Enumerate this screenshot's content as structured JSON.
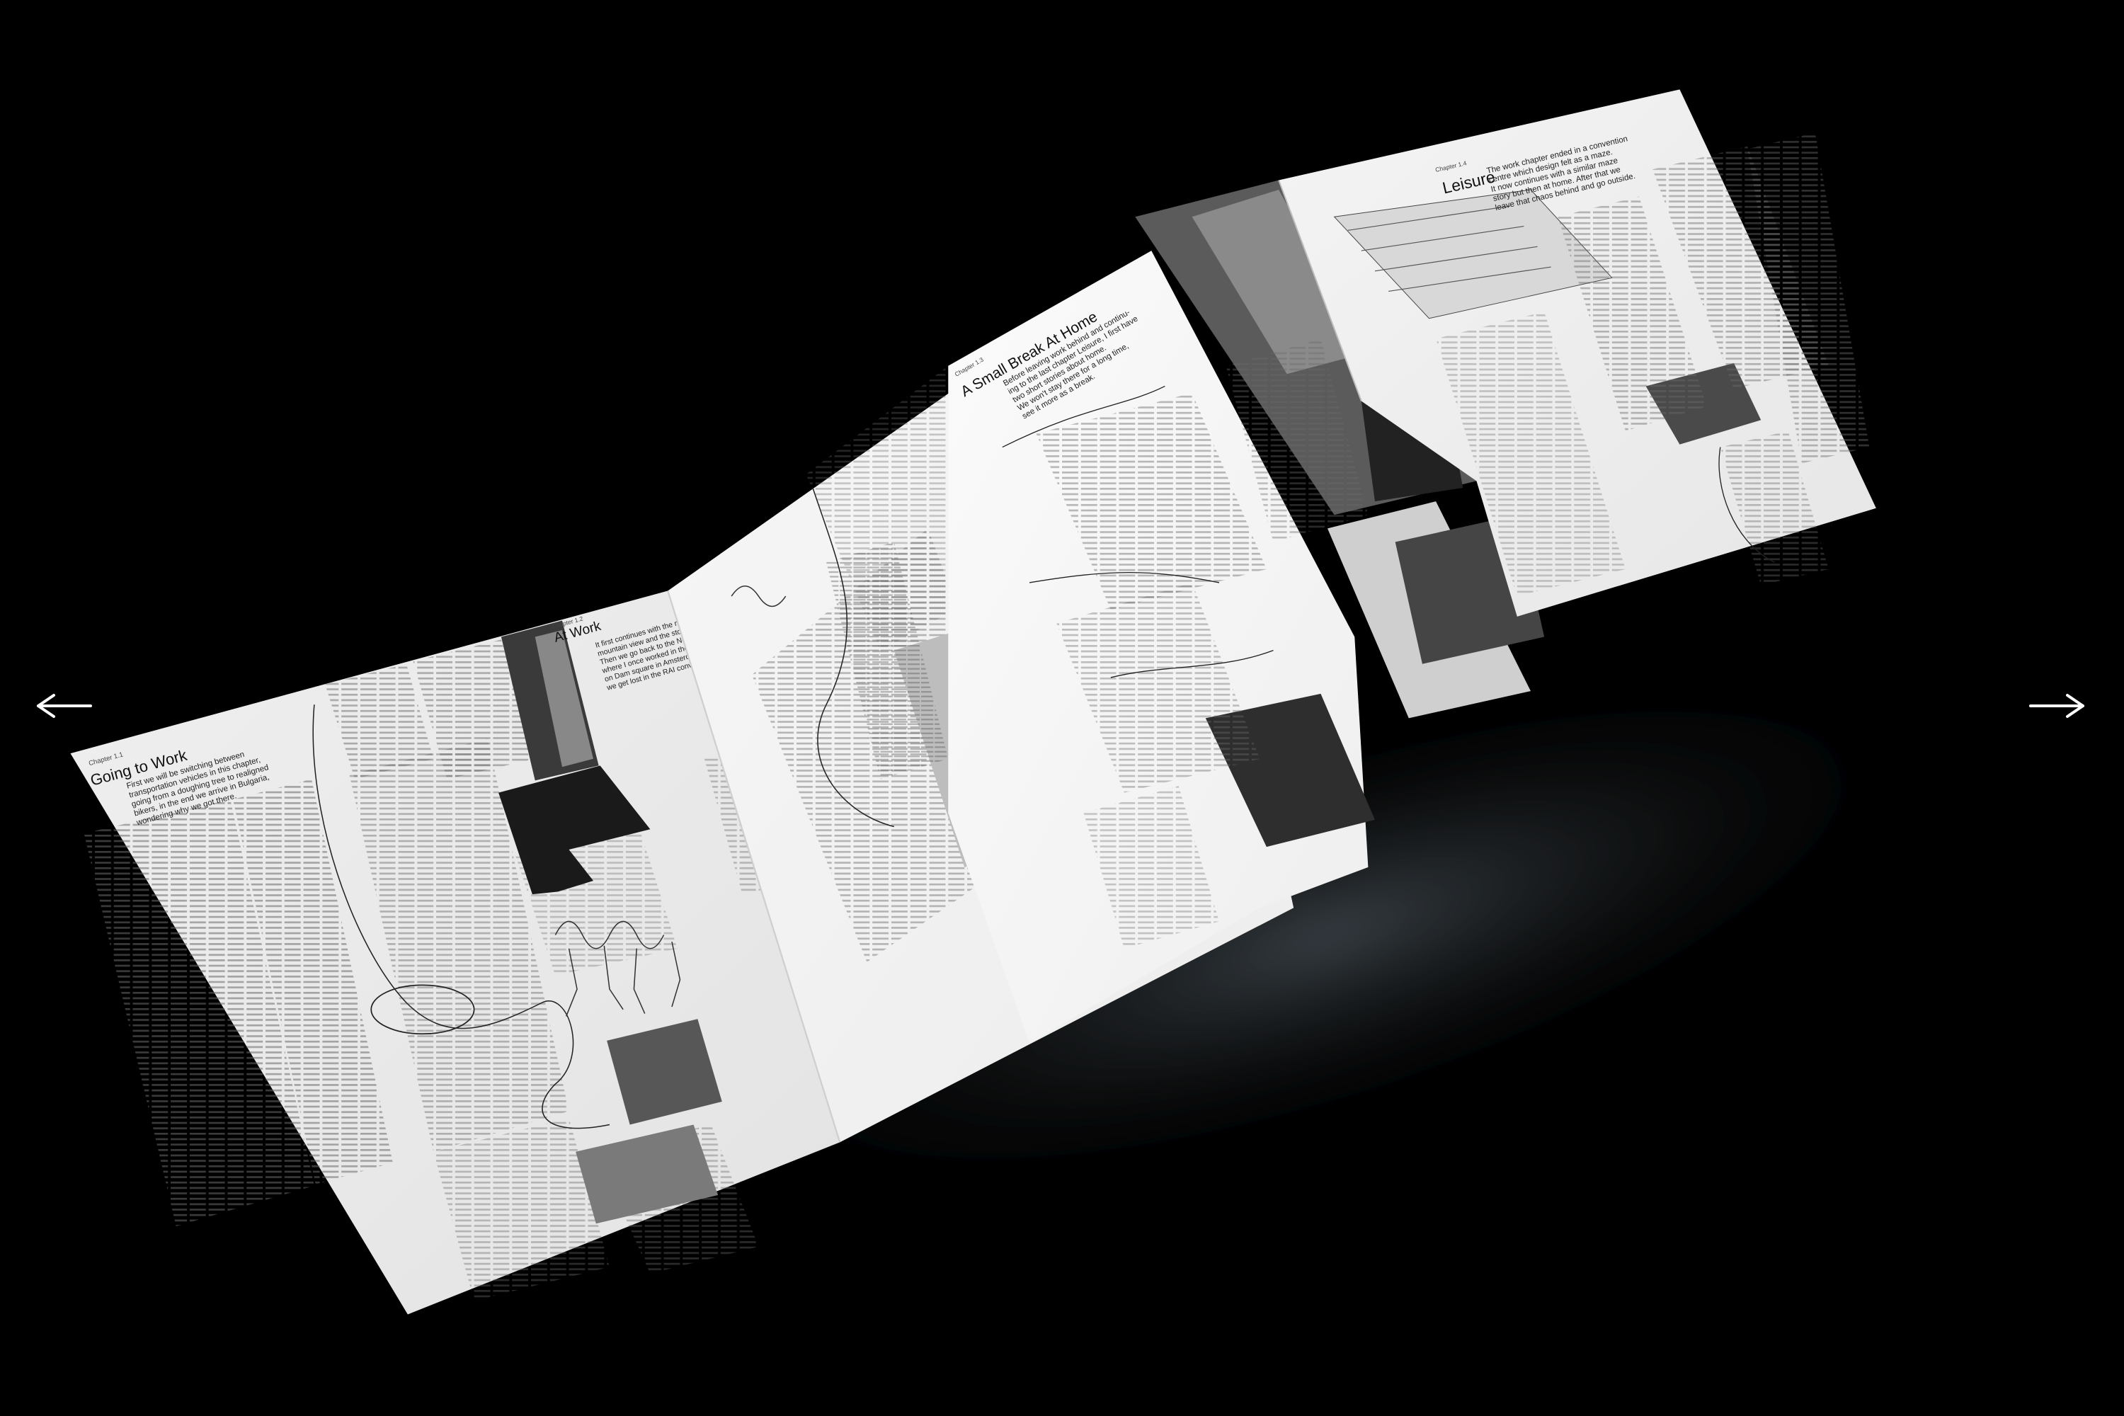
{
  "navigation": {
    "prev_icon": "arrow-left-icon",
    "next_icon": "arrow-right-icon",
    "arrow_color": "#ffffff"
  },
  "colors": {
    "background": "#000000",
    "paper": "#f2f2f2",
    "paper_shade": "#e0e0e0",
    "ink": "#111111"
  },
  "spreads": {
    "going_to_work": {
      "kicker": "Chapter 1.1",
      "title": "Going to Work",
      "intro_lines": [
        "First we will be switching between",
        "transportation vehicles in this chapter,",
        "going from a doughing tree to realigned",
        "bikers, in the end we arrive in Bulgaria,",
        "wondering why we got there."
      ]
    },
    "at_work": {
      "kicker": "Chapter 1.2",
      "title": "At Work",
      "intro_lines": [
        "It first continues with the mentioned",
        "mountain view and the stories around it.",
        "Then we go back to the Netherlands",
        "where I once worked in the royal palace",
        "on Dam square in Amsterdam. Eventually",
        "we get lost in the RAI convention centre."
      ]
    },
    "small_break": {
      "kicker": "Chapter 1.3",
      "title": "A Small Break At Home",
      "intro_lines": [
        "Before leaving work behind and continu-",
        "ing to the last chapter Leisure, I first have",
        "two short stories about home.",
        "We won't stay there for a long time,",
        "see it more as a break."
      ]
    },
    "leisure": {
      "kicker": "Chapter 1.4",
      "title": "Leisure",
      "intro_lines": [
        "The work chapter ended in a convention",
        "centre which design felt as a maze.",
        "It now continues with a similar maze",
        "story but then at home. After that we",
        "leave that chaos behind and go outside."
      ]
    }
  }
}
